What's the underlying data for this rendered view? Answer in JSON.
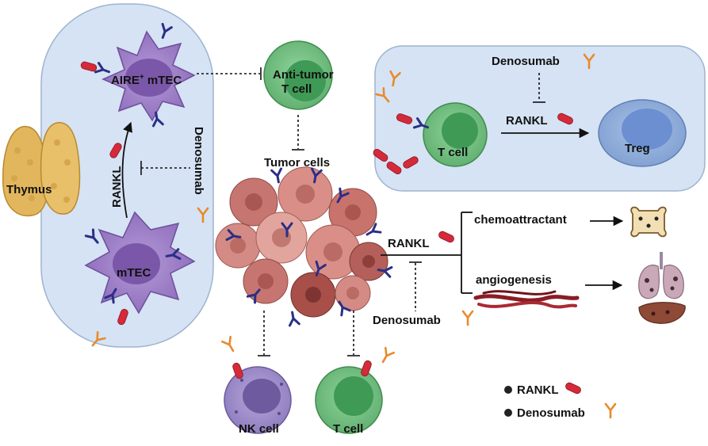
{
  "colors": {
    "panel_fill": "#d5e3f4",
    "panel_stroke": "#9eb4cf",
    "rankl": "#d42a3a",
    "denosumab": "#e98a2b",
    "receptor": "#2a2f86",
    "mtec": "#9b7cc4",
    "tcell": "#6fc07f",
    "treg": "#8aa9d8",
    "nkcell": "#9d8bc8",
    "tumor": "#d48b85",
    "vessel": "#8a1d24",
    "thymus": "#e2b65c"
  },
  "labels": {
    "thymus": "Thymus",
    "aire_prefix": "AIRE",
    "aire_sup": "+",
    "aire_suffix": " mTEC",
    "mtec": "mTEC",
    "rankl_vertical": "RANKL",
    "denosumab_vertical": "Denosumab",
    "anti_tumor_line1": "Anti-tumor",
    "anti_tumor_line2": "T cell",
    "tumor_cells": "Tumor cells",
    "denosumab_treg": "Denosumab",
    "rankl_treg": "RANKL",
    "t_cell_treg": "T cell",
    "treg": "Treg",
    "rankl_center": "RANKL",
    "chemoattractant": "chemoattractant",
    "angiogenesis": "angiogenesis",
    "denosumab_center": "Denosumab",
    "nk_cell": "NK cell",
    "t_cell_bottom": "T cell"
  },
  "legend": [
    {
      "label": "RANKL",
      "icon": "rankl-icon"
    },
    {
      "label": "Denosumab",
      "icon": "denosumab-icon"
    }
  ]
}
